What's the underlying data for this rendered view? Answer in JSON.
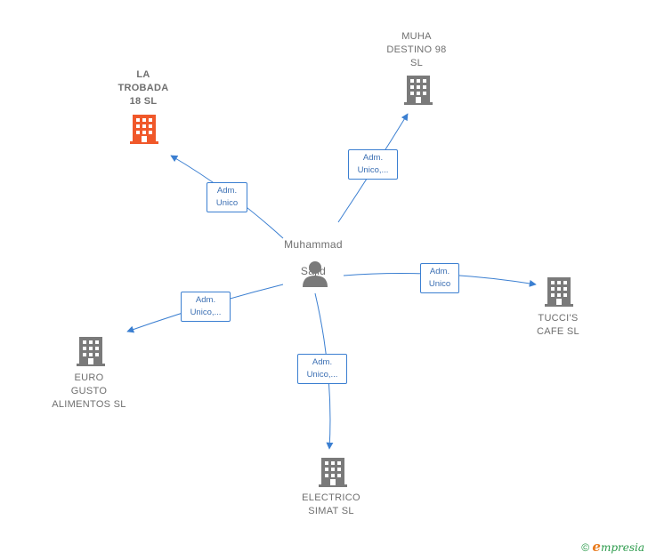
{
  "colors": {
    "edge": "#3b7fd1",
    "building_default": "#7a7a7a",
    "building_highlight": "#f0582a",
    "person": "#7a7a7a"
  },
  "center": {
    "name_line1": "Muhammad",
    "name_line2": "Sajid",
    "icon": "person-icon"
  },
  "companies": [
    {
      "id": "la-trobada",
      "label": "LA\nTROBADA\n18  SL",
      "highlight": true,
      "icon": "building-icon"
    },
    {
      "id": "muha-destino",
      "label": "MUHA\nDESTINO 98\nSL",
      "highlight": false,
      "icon": "building-icon"
    },
    {
      "id": "tuccis-cafe",
      "label": "TUCCI'S\nCAFE  SL",
      "highlight": false,
      "icon": "building-icon"
    },
    {
      "id": "euro-gusto",
      "label": "EURO\nGUSTO\nALIMENTOS  SL",
      "highlight": false,
      "icon": "building-icon"
    },
    {
      "id": "electrico-simat",
      "label": "ELECTRICO\nSIMAT  SL",
      "highlight": false,
      "icon": "building-icon"
    }
  ],
  "edges": [
    {
      "to": "la-trobada",
      "label": "Adm.\nUnico"
    },
    {
      "to": "muha-destino",
      "label": "Adm.\nUnico,..."
    },
    {
      "to": "tuccis-cafe",
      "label": "Adm.\nUnico"
    },
    {
      "to": "euro-gusto",
      "label": "Adm.\nUnico,..."
    },
    {
      "to": "electrico-simat",
      "label": "Adm.\nUnico,..."
    }
  ],
  "footer": {
    "copyright": "©",
    "brand_initial": "e",
    "brand_rest": "mpresia"
  }
}
